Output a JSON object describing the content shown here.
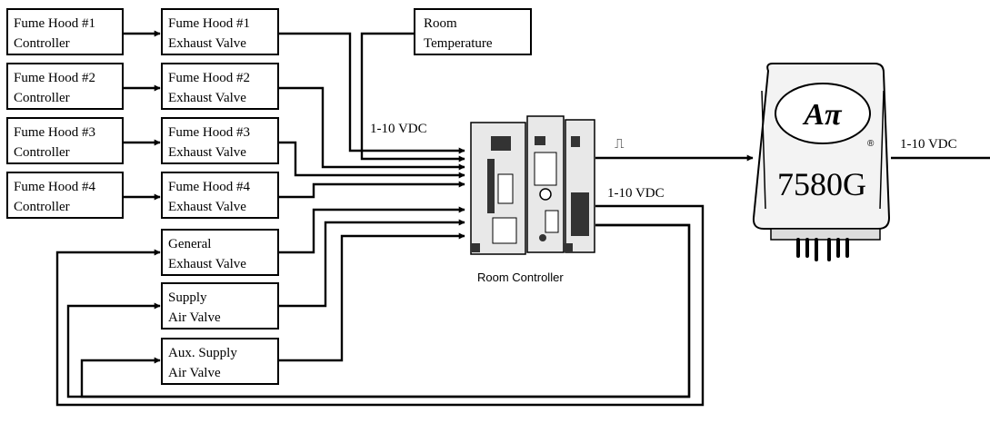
{
  "controllers": [
    {
      "line1": "Fume Hood #1",
      "line2": "Controller"
    },
    {
      "line1": "Fume Hood #2",
      "line2": "Controller"
    },
    {
      "line1": "Fume Hood #3",
      "line2": "Controller"
    },
    {
      "line1": "Fume Hood #4",
      "line2": "Controller"
    }
  ],
  "valves": [
    {
      "line1": "Fume Hood #1",
      "line2": "Exhaust Valve"
    },
    {
      "line1": "Fume Hood #2",
      "line2": "Exhaust Valve"
    },
    {
      "line1": "Fume Hood #3",
      "line2": "Exhaust Valve"
    },
    {
      "line1": "Fume Hood #4",
      "line2": "Exhaust Valve"
    },
    {
      "line1": "General",
      "line2": "Exhaust Valve"
    },
    {
      "line1": "Supply",
      "line2": "Air Valve"
    },
    {
      "line1": "Aux. Supply",
      "line2": "Air Valve"
    }
  ],
  "room_temperature": {
    "line1": "Room",
    "line2": "Temperature"
  },
  "room_controller_label": "Room Controller",
  "signals": {
    "input_label": "1-10 VDC",
    "pulse_symbol": "⎍",
    "controller_output_label": "1-10 VDC",
    "device_output_label": "1-10 VDC"
  },
  "device": {
    "logo": "Aπ",
    "registered": "®",
    "model": "7580G"
  }
}
